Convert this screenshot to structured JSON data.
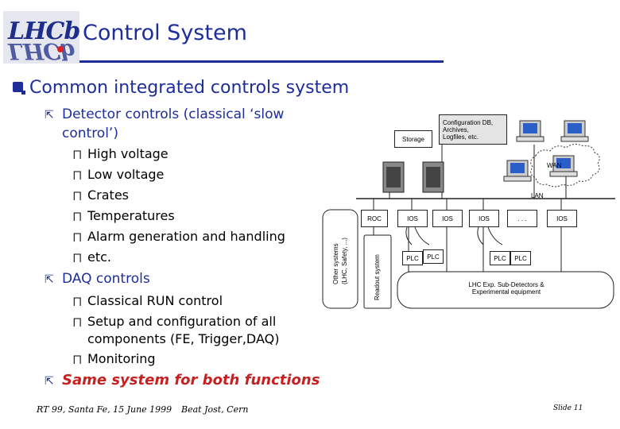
{
  "header": {
    "logo_text": "LHCb",
    "title": "Control System"
  },
  "main_bullet": "Common integrated controls system",
  "detector": {
    "label_line1": "Detector controls (classical ‘slow",
    "label_line2": "control’)",
    "items": [
      "High voltage",
      "Low voltage",
      "Crates",
      "Temperatures",
      "Alarm generation and handling",
      "etc."
    ]
  },
  "daq": {
    "label": "DAQ controls",
    "items": [
      "Classical RUN control",
      "Setup and configuration of all",
      "components (FE, Trigger,DAQ)",
      "Monitoring"
    ]
  },
  "conclusion": "Same system for both functions",
  "footer": {
    "event": "RT 99, Santa Fe, 15 June 1999",
    "author": "Beat Jost, Cern",
    "slide": "Slide 11"
  },
  "diagram": {
    "storage": "Storage",
    "config_line1": "Configuration DB,",
    "config_line2": "Archives,",
    "config_line3": "Logfiles, etc.",
    "wan": "WAN",
    "lan": "LAN",
    "roc": "ROC",
    "ios": "IOS",
    "dots": ". . .",
    "plc": "PLC",
    "other_systems_line1": "Other systems",
    "other_systems_line2": "(LHC, Safety, ...)",
    "readout_system": "Readout system",
    "subdetectors_line1": "LHC Exp. Sub-Detectors &",
    "subdetectors_line2": "Experimental equipment"
  },
  "colors": {
    "title_blue": "#1d2d9a",
    "highlight_red": "#c62020"
  }
}
